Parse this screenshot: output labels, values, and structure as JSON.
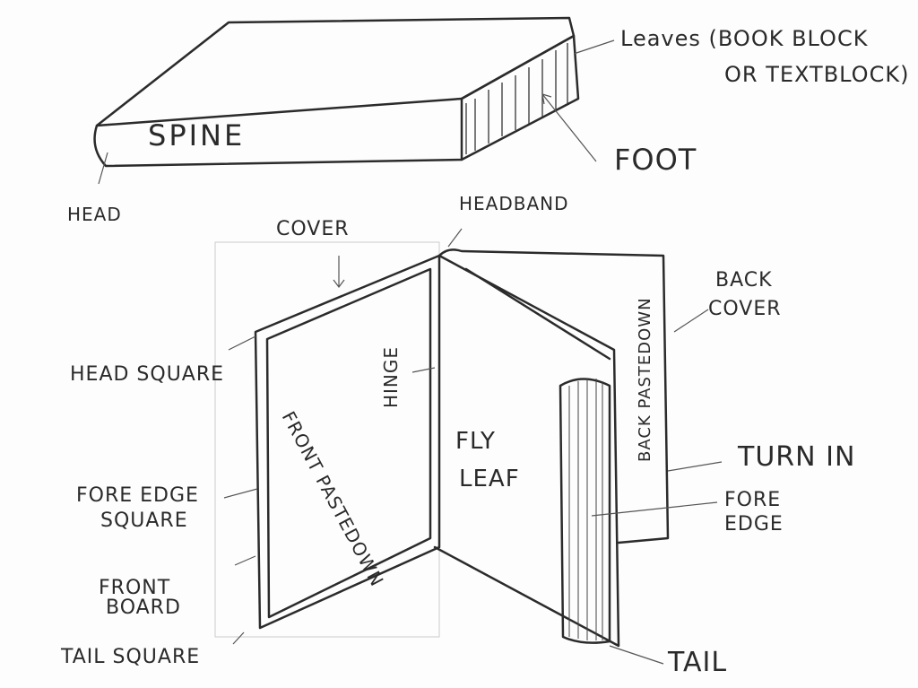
{
  "title": "Parts of a book",
  "labels": {
    "spine": "SPINE",
    "leaves": "Leaves (BOOK BLOCK",
    "leaves2": "OR TEXTBLOCK)",
    "foot": "FOOT",
    "head": "HEAD",
    "headband": "HEADBAND",
    "cover": "COVER",
    "back_cover": "BACK",
    "back_cover2": "COVER",
    "head_square": "HEAD SQUARE",
    "hinge": "HINGE",
    "front_pastedown": "FRONT PASTEDOWN",
    "fly_leaf": "FLY",
    "fly_leaf2": "LEAF",
    "back_pastedown": "BACK PASTEDOWN",
    "turn_in": "TURN IN",
    "fore_edge_square": "FORE EDGE",
    "fore_edge_square2": "SQUARE",
    "fore_edge": "FORE",
    "fore_edge2": "EDGE",
    "front_board": "FRONT",
    "front_board2": "BOARD",
    "tail_square": "TAIL SQUARE",
    "tail": "TAIL"
  }
}
